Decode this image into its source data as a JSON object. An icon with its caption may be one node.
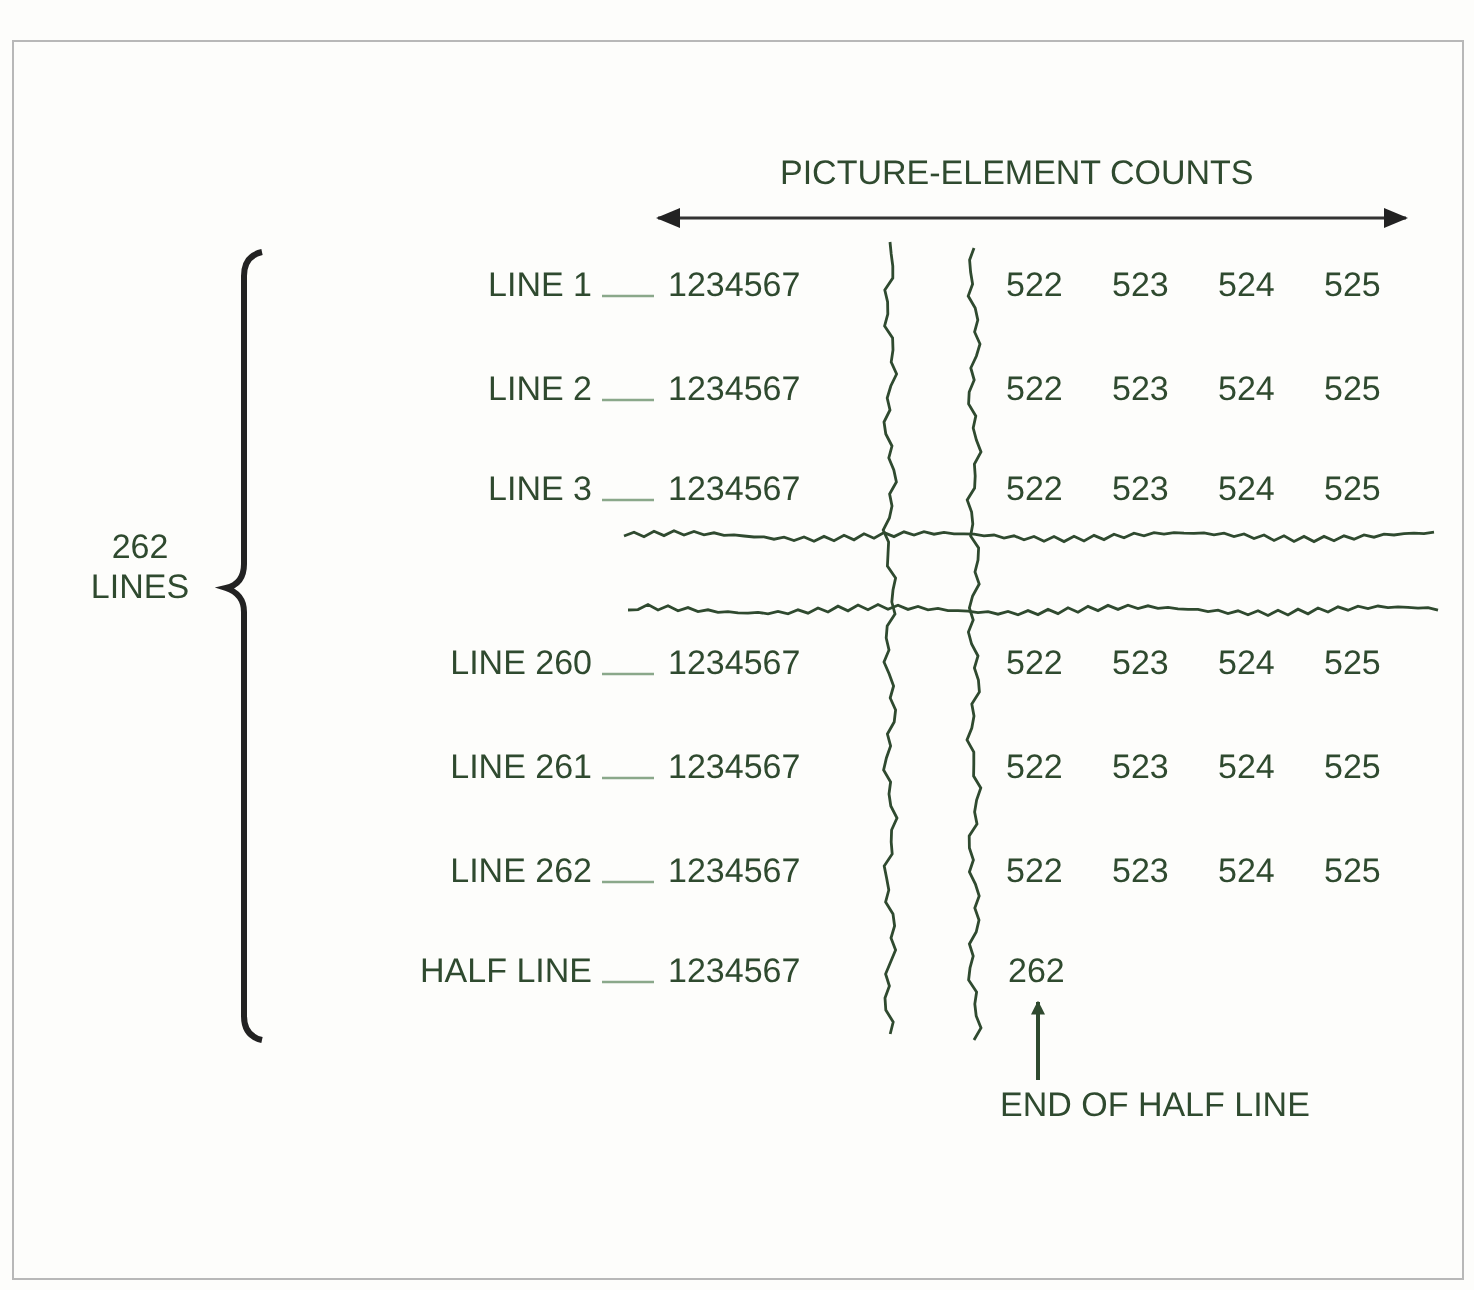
{
  "diagram": {
    "nodes": [
      {
        "text": [
          "LINE 1"
        ]
      },
      {
        "text": [
          "1234567"
        ]
      },
      {
        "text": [
          "LINE 2"
        ]
      },
      {
        "text": [
          "1234567"
        ]
      },
      {
        "text": [
          "LINE 3"
        ]
      },
      {
        "text": [
          "1234567"
        ]
      },
      {
        "text": [
          "LINE 260"
        ]
      },
      {
        "text": [
          "1234567"
        ]
      },
      {
        "text": [
          "LINE 261"
        ]
      },
      {
        "text": [
          "1234567"
        ]
      },
      {
        "text": [
          "LINE 262"
        ]
      },
      {
        "text": [
          "1234567"
        ]
      },
      {
        "text": [
          "HALF LINE"
        ]
      },
      {
        "text": [
          "1234567"
        ]
      },
      {
        "text": [
          "262"
        ]
      },
      {
        "text": [
          "END OF HALF LINE"
        ]
      }
    ],
    "edges": [
      {
        "from": 0,
        "to": 1,
        "arrow": "none"
      },
      {
        "from": 2,
        "to": 3,
        "arrow": "none"
      },
      {
        "from": 4,
        "to": 5,
        "arrow": "none"
      },
      {
        "from": 6,
        "to": 7,
        "arrow": "none"
      },
      {
        "from": 8,
        "to": 9,
        "arrow": "none"
      },
      {
        "from": 10,
        "to": 11,
        "arrow": "none"
      },
      {
        "from": 12,
        "to": 13,
        "arrow": "none"
      },
      {
        "from": 15,
        "to": 14,
        "arrow": "to",
        "color": "#2f4a2f"
      }
    ],
    "labels": [
      "PICTURE-ELEMENT COUNTS",
      "522",
      "523",
      "524",
      "525",
      "522",
      "523",
      "524",
      "525",
      "522",
      "523",
      "524",
      "525",
      "262 LINES",
      "522",
      "523",
      "524",
      "525",
      "522",
      "523",
      "524",
      "525",
      "522",
      "523",
      "524",
      "525"
    ]
  }
}
